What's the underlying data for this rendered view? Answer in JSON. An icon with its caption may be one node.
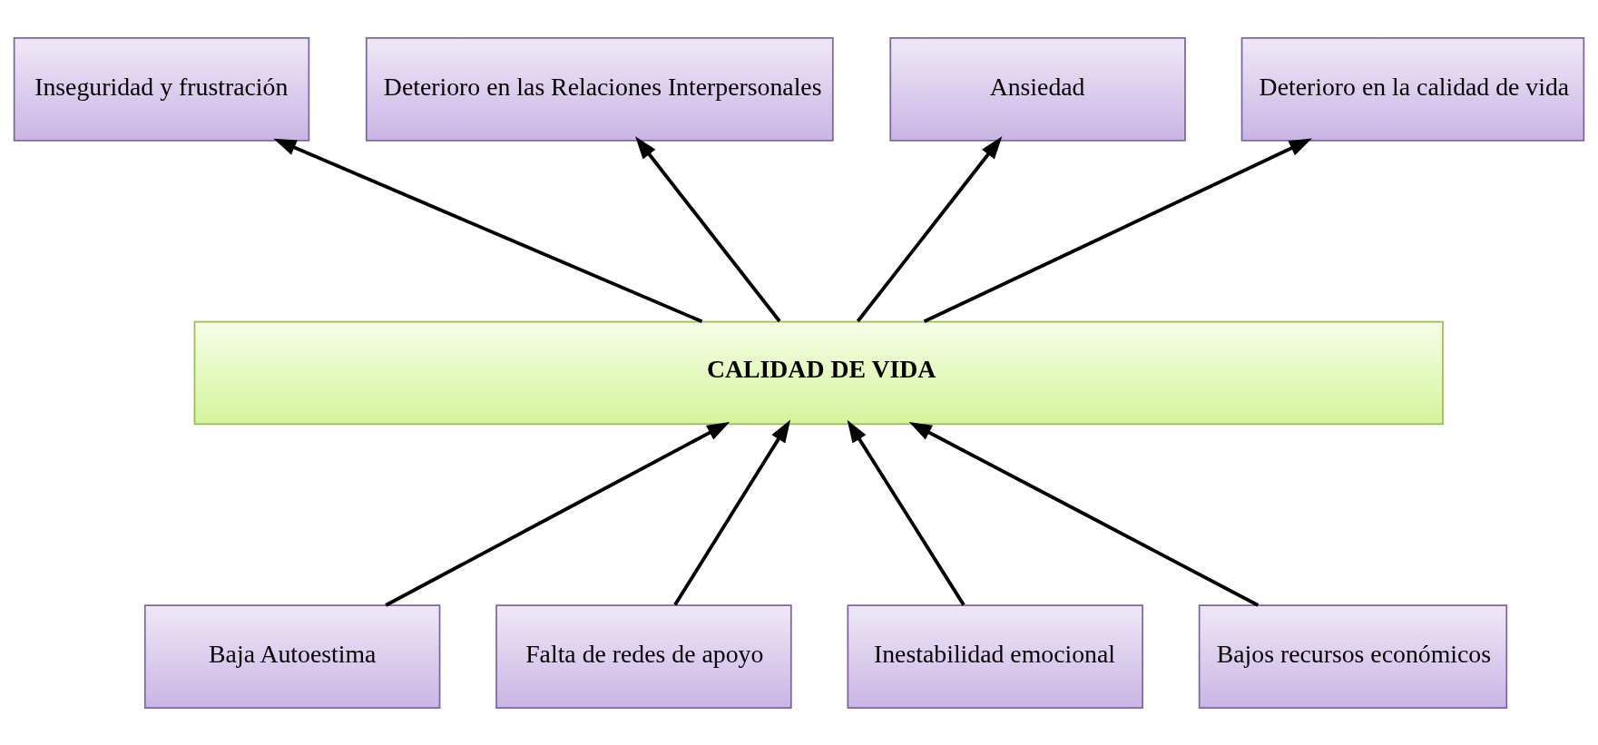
{
  "diagram": {
    "nodes": [
      {
        "text": [
          "Inseguridad y frustración"
        ]
      },
      {
        "text": [
          "Deterioro en las Relaciones Interpersonales"
        ]
      },
      {
        "text": [
          "Ansiedad"
        ]
      },
      {
        "text": [
          "Deterioro en la calidad de vida"
        ]
      },
      {
        "text": [
          "CALIDAD DE VIDA"
        ]
      },
      {
        "text": [
          "Baja Autoestima"
        ]
      },
      {
        "text": [
          "Falta de redes de apoyo"
        ]
      },
      {
        "text": [
          "Inestabilidad emocional"
        ]
      },
      {
        "text": [
          "Bajos recursos económicos"
        ]
      }
    ],
    "edges": [
      {
        "from": 4,
        "to": 0,
        "arrow": "to"
      },
      {
        "from": 4,
        "to": 1,
        "arrow": "to"
      },
      {
        "from": 4,
        "to": 2,
        "arrow": "to"
      },
      {
        "from": 4,
        "to": 3,
        "arrow": "to"
      },
      {
        "from": 5,
        "to": 4,
        "arrow": "to"
      },
      {
        "from": 6,
        "to": 4,
        "arrow": "to"
      },
      {
        "from": 7,
        "to": 4,
        "arrow": "to"
      },
      {
        "from": 8,
        "to": 4,
        "arrow": "to"
      }
    ]
  }
}
